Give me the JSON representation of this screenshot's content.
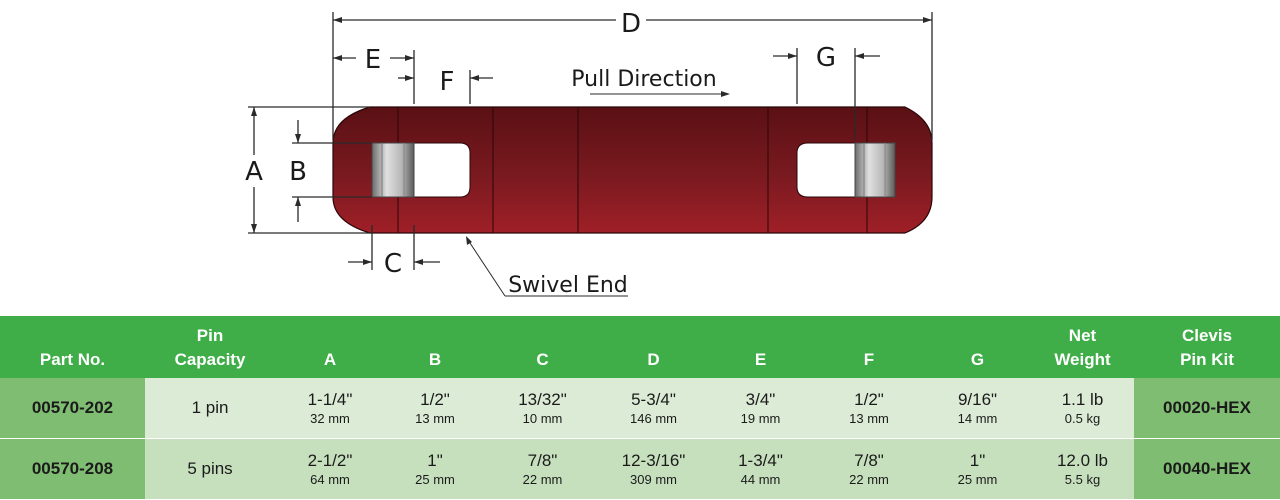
{
  "diagram": {
    "labels": {
      "a": "A",
      "b": "B",
      "c": "C",
      "d": "D",
      "e": "E",
      "f": "F",
      "g": "G"
    },
    "pull_direction": "Pull Direction",
    "swivel_end": "Swivel End"
  },
  "colors": {
    "header_green": "#3fae48",
    "part_cell_green": "#7fbe72",
    "row_light": "#dcebd6",
    "body_red": "#8a1b22"
  },
  "table": {
    "headers": {
      "part_no": "Part No.",
      "pin_capacity_1": "Pin",
      "pin_capacity_2": "Capacity",
      "a": "A",
      "b": "B",
      "c": "C",
      "d": "D",
      "e": "E",
      "f": "F",
      "g": "G",
      "net_weight_1": "Net",
      "net_weight_2": "Weight",
      "clevis_1": "Clevis",
      "clevis_2": "Pin Kit"
    },
    "rows": [
      {
        "part_no": "00570-202",
        "pins": "1 pin",
        "a": "1-1/4\"",
        "a_mm": "32 mm",
        "b": "1/2\"",
        "b_mm": "13 mm",
        "c": "13/32\"",
        "c_mm": "10 mm",
        "d": "5-3/4\"",
        "d_mm": "146 mm",
        "e": "3/4\"",
        "e_mm": "19 mm",
        "f": "1/2\"",
        "f_mm": "13 mm",
        "g": "9/16\"",
        "g_mm": "14 mm",
        "weight": "1.1 lb",
        "weight_kg": "0.5 kg",
        "kit": "00020-HEX"
      },
      {
        "part_no": "00570-208",
        "pins": "5 pins",
        "a": "2-1/2\"",
        "a_mm": "64 mm",
        "b": "1\"",
        "b_mm": "25 mm",
        "c": "7/8\"",
        "c_mm": "22 mm",
        "d": "12-3/16\"",
        "d_mm": "309 mm",
        "e": "1-3/4\"",
        "e_mm": "44 mm",
        "f": "7/8\"",
        "f_mm": "22 mm",
        "g": "1\"",
        "g_mm": "25 mm",
        "weight": "12.0 lb",
        "weight_kg": "5.5 kg",
        "kit": "00040-HEX"
      }
    ]
  }
}
